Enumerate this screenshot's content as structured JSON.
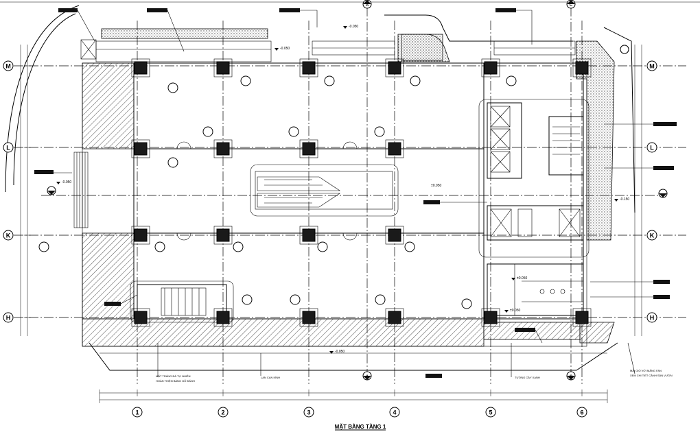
{
  "drawing": {
    "title": "MẶT BẰNG TẦNG 1",
    "axes_numeric": [
      "1",
      "2",
      "3",
      "4",
      "5",
      "6"
    ],
    "axes_letter": [
      "M",
      "L",
      "K",
      "H"
    ],
    "section_marks": [
      "A",
      "C"
    ]
  },
  "levels": {
    "top_ext": "-0.050",
    "top_mid": "-0.050",
    "bottom_ext": "-0.050",
    "left": "-0.050",
    "right": "-0.150",
    "right_lobby": "±0.050",
    "right_bottom": "±0.050",
    "ramp": "±0.050"
  },
  "notes": {
    "bottom_left": "MẶT TRÁNG ĐÁ TỰ NHIÊN",
    "bottom_left_2": "HOÀN THIỆN BẰNG GỖ ĐÁNH",
    "bottom_mid": "LAN CAN KÍNH",
    "bottom_right": "TƯỜNG CÂY XANH",
    "bottom_far_right": "MÁI GIỐ VỚI MĂNG FAN",
    "bottom_far_right_2": "XEM CHI TIẾT CẢNH SÂN VƯỜN"
  },
  "icons": {
    "north": "north-arrow-icon",
    "section": "section-marker-icon"
  }
}
